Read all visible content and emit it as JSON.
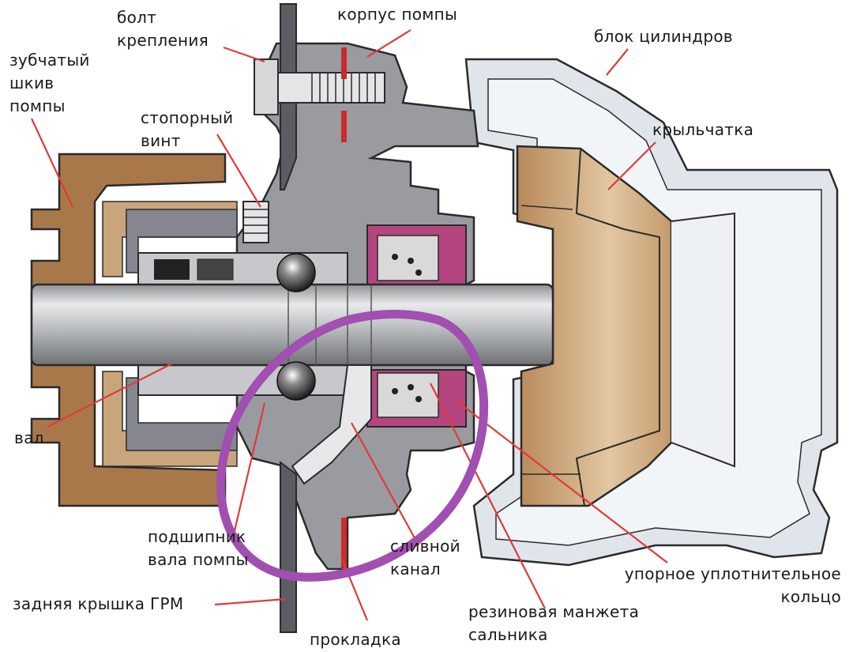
{
  "labels": {
    "bolt": [
      "болт",
      "крепления"
    ],
    "pump_housing": "корпус помпы",
    "cylinder_block": "блок цилиндров",
    "toothed_pulley": [
      "зубчатый",
      "шкив",
      "помпы"
    ],
    "lock_screw": [
      "стопорный",
      "винт"
    ],
    "impeller": "крыльчатка",
    "shaft": "вал",
    "bearing": [
      "подшипник",
      "вала помпы"
    ],
    "drain_channel": [
      "сливной",
      "канал"
    ],
    "thrust_ring": [
      "упорное уплотнительное",
      "кольцо"
    ],
    "rear_cover": "задняя крышка ГРМ",
    "rubber_cuff": [
      "резиновая манжета",
      "сальника"
    ],
    "gasket": "прокладка"
  },
  "colors": {
    "pulley_brown": "#a9784a",
    "pulley_light": "#c9a57c",
    "housing_gray": "#9a9ba0",
    "block_light": "#dfe5ea",
    "shaft_gray": "#bfc2c4",
    "seal_magenta": "#b4457f",
    "gasket_red": "#cc2a2a",
    "leader_red": "#e03a3a",
    "annotation_purple": "#a14fb0"
  }
}
